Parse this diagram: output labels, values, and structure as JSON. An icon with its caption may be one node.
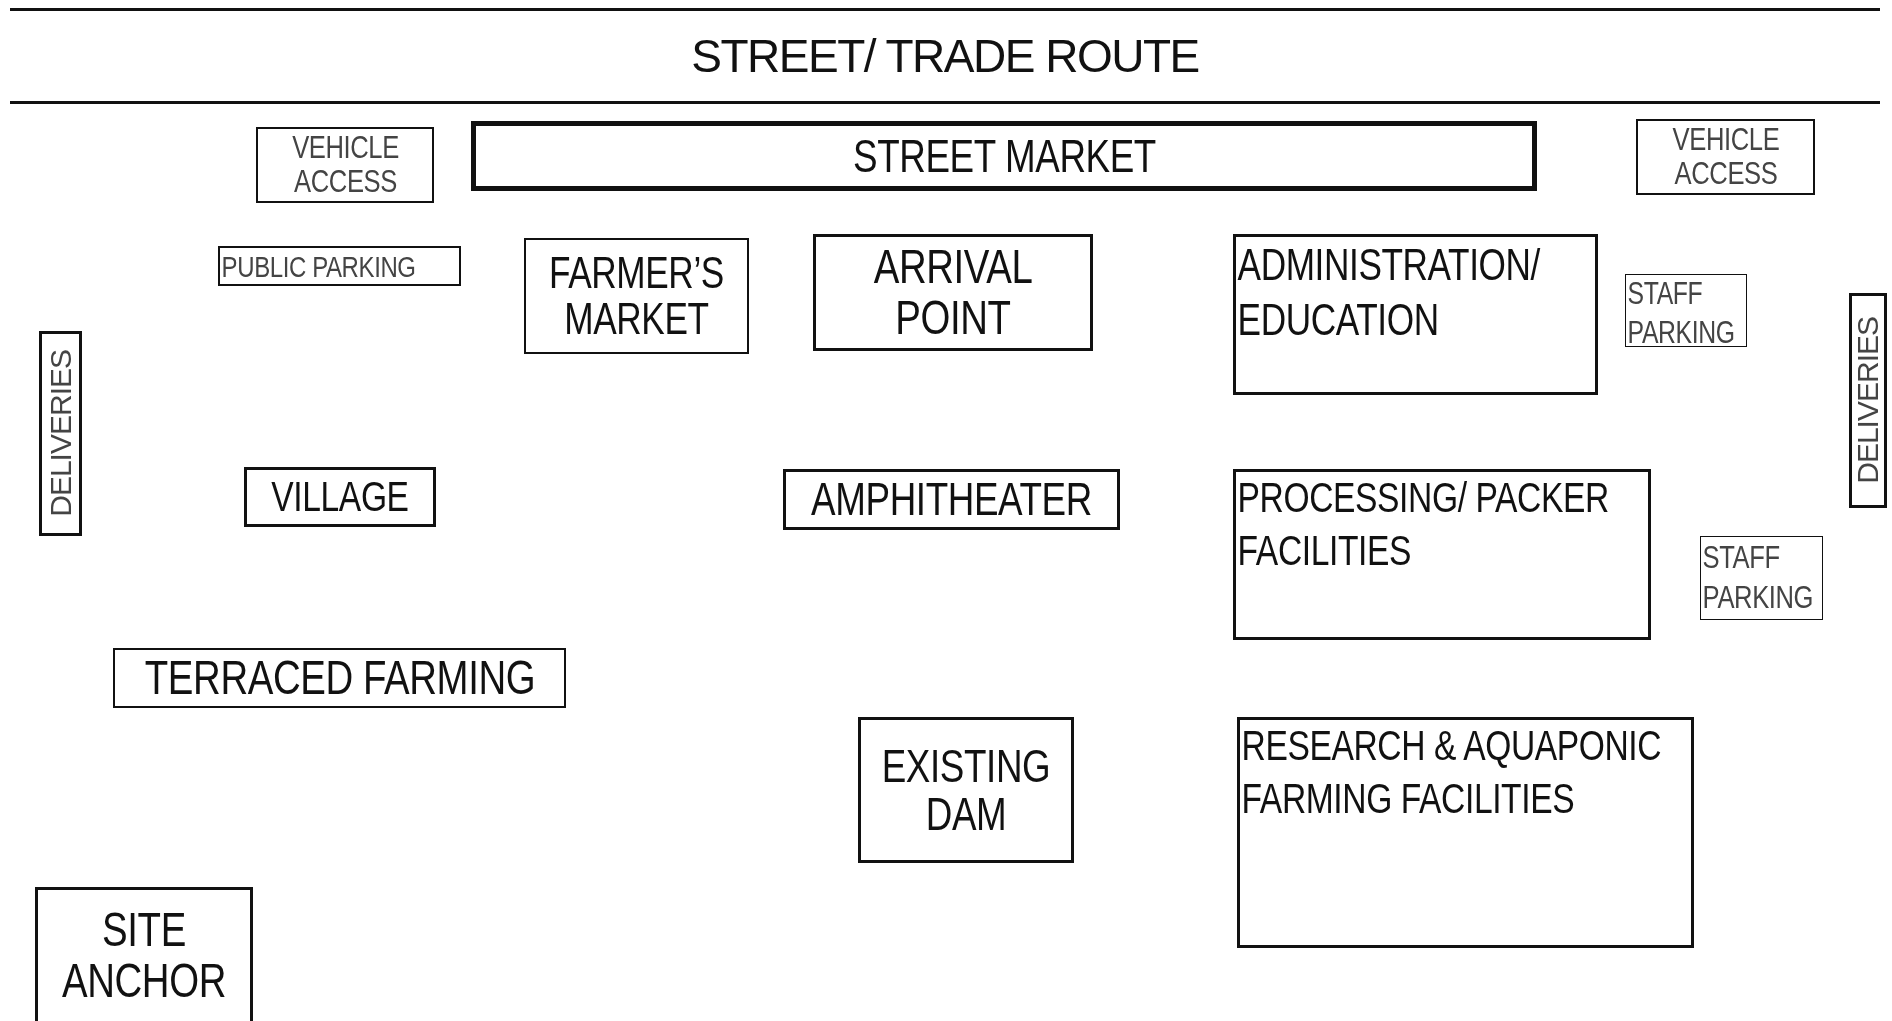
{
  "diagram": {
    "nodes": [
      {
        "text": [
          "STREET/ TRADE ROUTE"
        ]
      },
      {
        "text": [
          "VEHICLE ACCESS"
        ]
      },
      {
        "text": [
          "STREET MARKET"
        ]
      },
      {
        "text": [
          "VEHICLE ACCESS"
        ]
      },
      {
        "text": [
          "PUBLIC PARKING"
        ]
      },
      {
        "text": [
          "FARMER’S MARKET"
        ]
      },
      {
        "text": [
          "ARRIVAL POINT"
        ]
      },
      {
        "text": [
          "ADMINISTRATION/ EDUCATION"
        ]
      },
      {
        "text": [
          "STAFF PARKING"
        ]
      },
      {
        "text": [
          "DELIVERIES"
        ]
      },
      {
        "text": [
          "DELIVERIES"
        ]
      },
      {
        "text": [
          "VILLAGE"
        ]
      },
      {
        "text": [
          "AMPHITHEATER"
        ]
      },
      {
        "text": [
          "PROCESSING/ PACKER FACILITIES"
        ]
      },
      {
        "text": [
          "STAFF PARKING"
        ]
      },
      {
        "text": [
          "TERRACED FARMING"
        ]
      },
      {
        "text": [
          "EXISTING DAM"
        ]
      },
      {
        "text": [
          "RESEARCH & AQUAPONIC FARMING FACILITIES"
        ]
      },
      {
        "text": [
          "SITE ANCHOR"
        ]
      }
    ],
    "edges": []
  }
}
